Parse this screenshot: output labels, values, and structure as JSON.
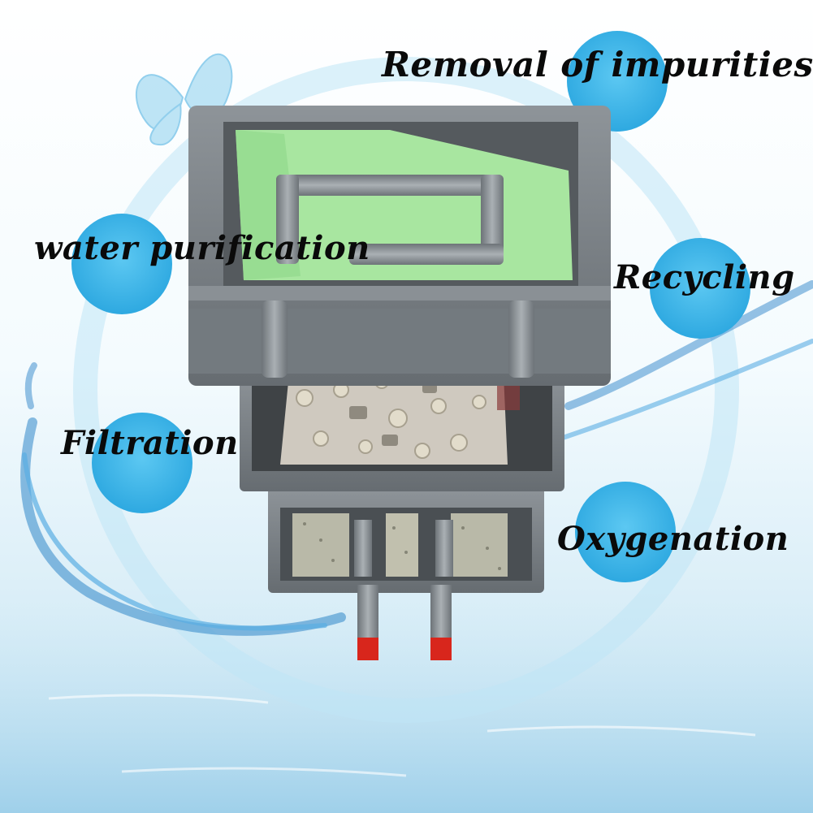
{
  "features": {
    "removal": "Removal of impurities",
    "water_purification": "water purification",
    "recycling": "Recycling",
    "filtration": "Filtration",
    "oxygenation": "Oxygenation"
  },
  "colors": {
    "accent_blue": "#3fb6e8",
    "tank_gray": "#7e8489",
    "filter_green": "#a8e6a0",
    "valve_red": "#d8261c"
  }
}
